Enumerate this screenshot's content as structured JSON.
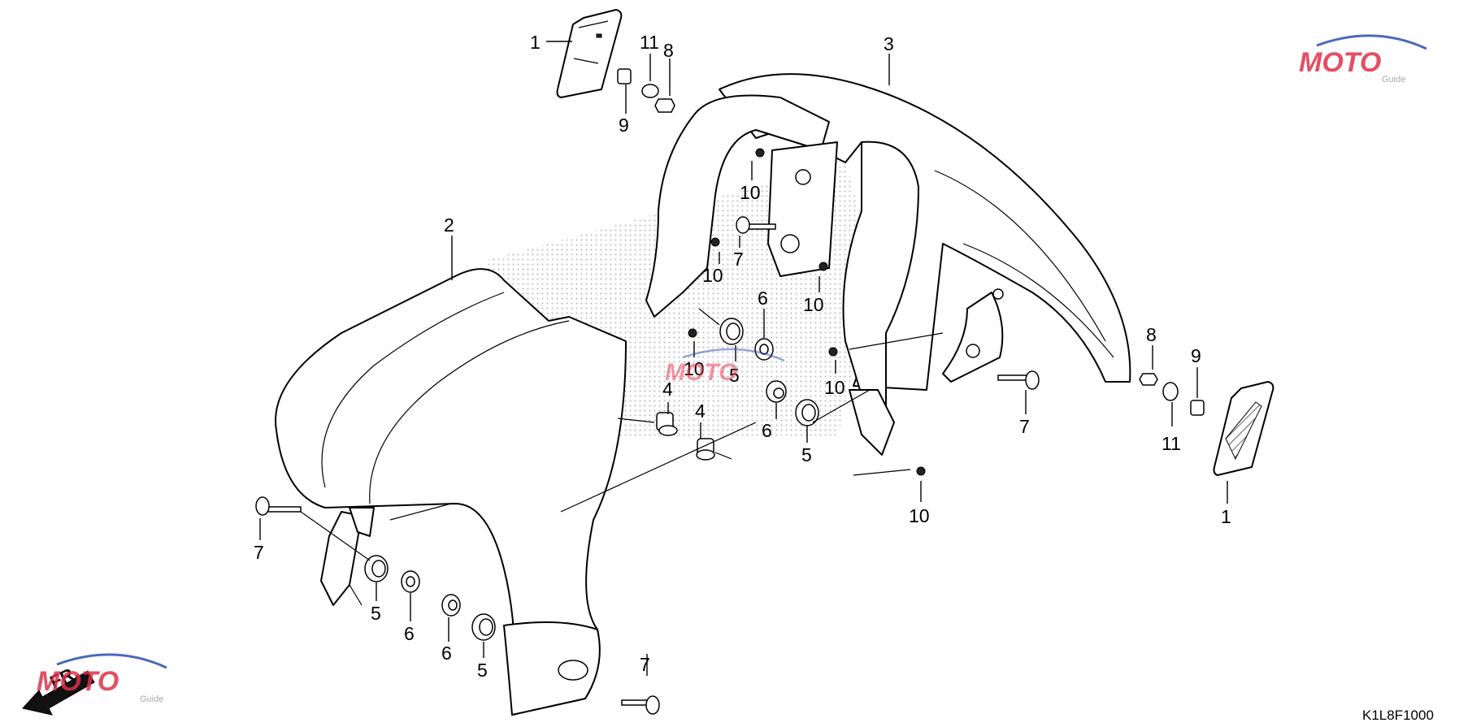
{
  "diagram_code": "K1L8F1000",
  "direction_label": "FR.",
  "watermark": {
    "brand": "MOTO",
    "sub": "Guide",
    "colors": {
      "red": "#e0304a",
      "blue": "#2c4fb0",
      "gray": "#9a9a9a"
    }
  },
  "callouts": [
    {
      "id": "c1a",
      "text": "1"
    },
    {
      "id": "c1b",
      "text": "1"
    },
    {
      "id": "c2",
      "text": "2"
    },
    {
      "id": "c3",
      "text": "3"
    },
    {
      "id": "c4a",
      "text": "4"
    },
    {
      "id": "c4b",
      "text": "4"
    },
    {
      "id": "c5a",
      "text": "5"
    },
    {
      "id": "c5b",
      "text": "5"
    },
    {
      "id": "c5c",
      "text": "5"
    },
    {
      "id": "c5d",
      "text": "5"
    },
    {
      "id": "c6a",
      "text": "6"
    },
    {
      "id": "c6b",
      "text": "6"
    },
    {
      "id": "c6c",
      "text": "6"
    },
    {
      "id": "c6d",
      "text": "6"
    },
    {
      "id": "c7a",
      "text": "7"
    },
    {
      "id": "c7b",
      "text": "7"
    },
    {
      "id": "c7c",
      "text": "7"
    },
    {
      "id": "c7d",
      "text": "7"
    },
    {
      "id": "c8a",
      "text": "8"
    },
    {
      "id": "c8b",
      "text": "8"
    },
    {
      "id": "c9a",
      "text": "9"
    },
    {
      "id": "c9b",
      "text": "9"
    },
    {
      "id": "c10a",
      "text": "10"
    },
    {
      "id": "c10b",
      "text": "10"
    },
    {
      "id": "c10c",
      "text": "10"
    },
    {
      "id": "c10d",
      "text": "10"
    },
    {
      "id": "c10e",
      "text": "10"
    },
    {
      "id": "c10f",
      "text": "10"
    },
    {
      "id": "c11a",
      "text": "11"
    },
    {
      "id": "c11b",
      "text": "11"
    }
  ]
}
